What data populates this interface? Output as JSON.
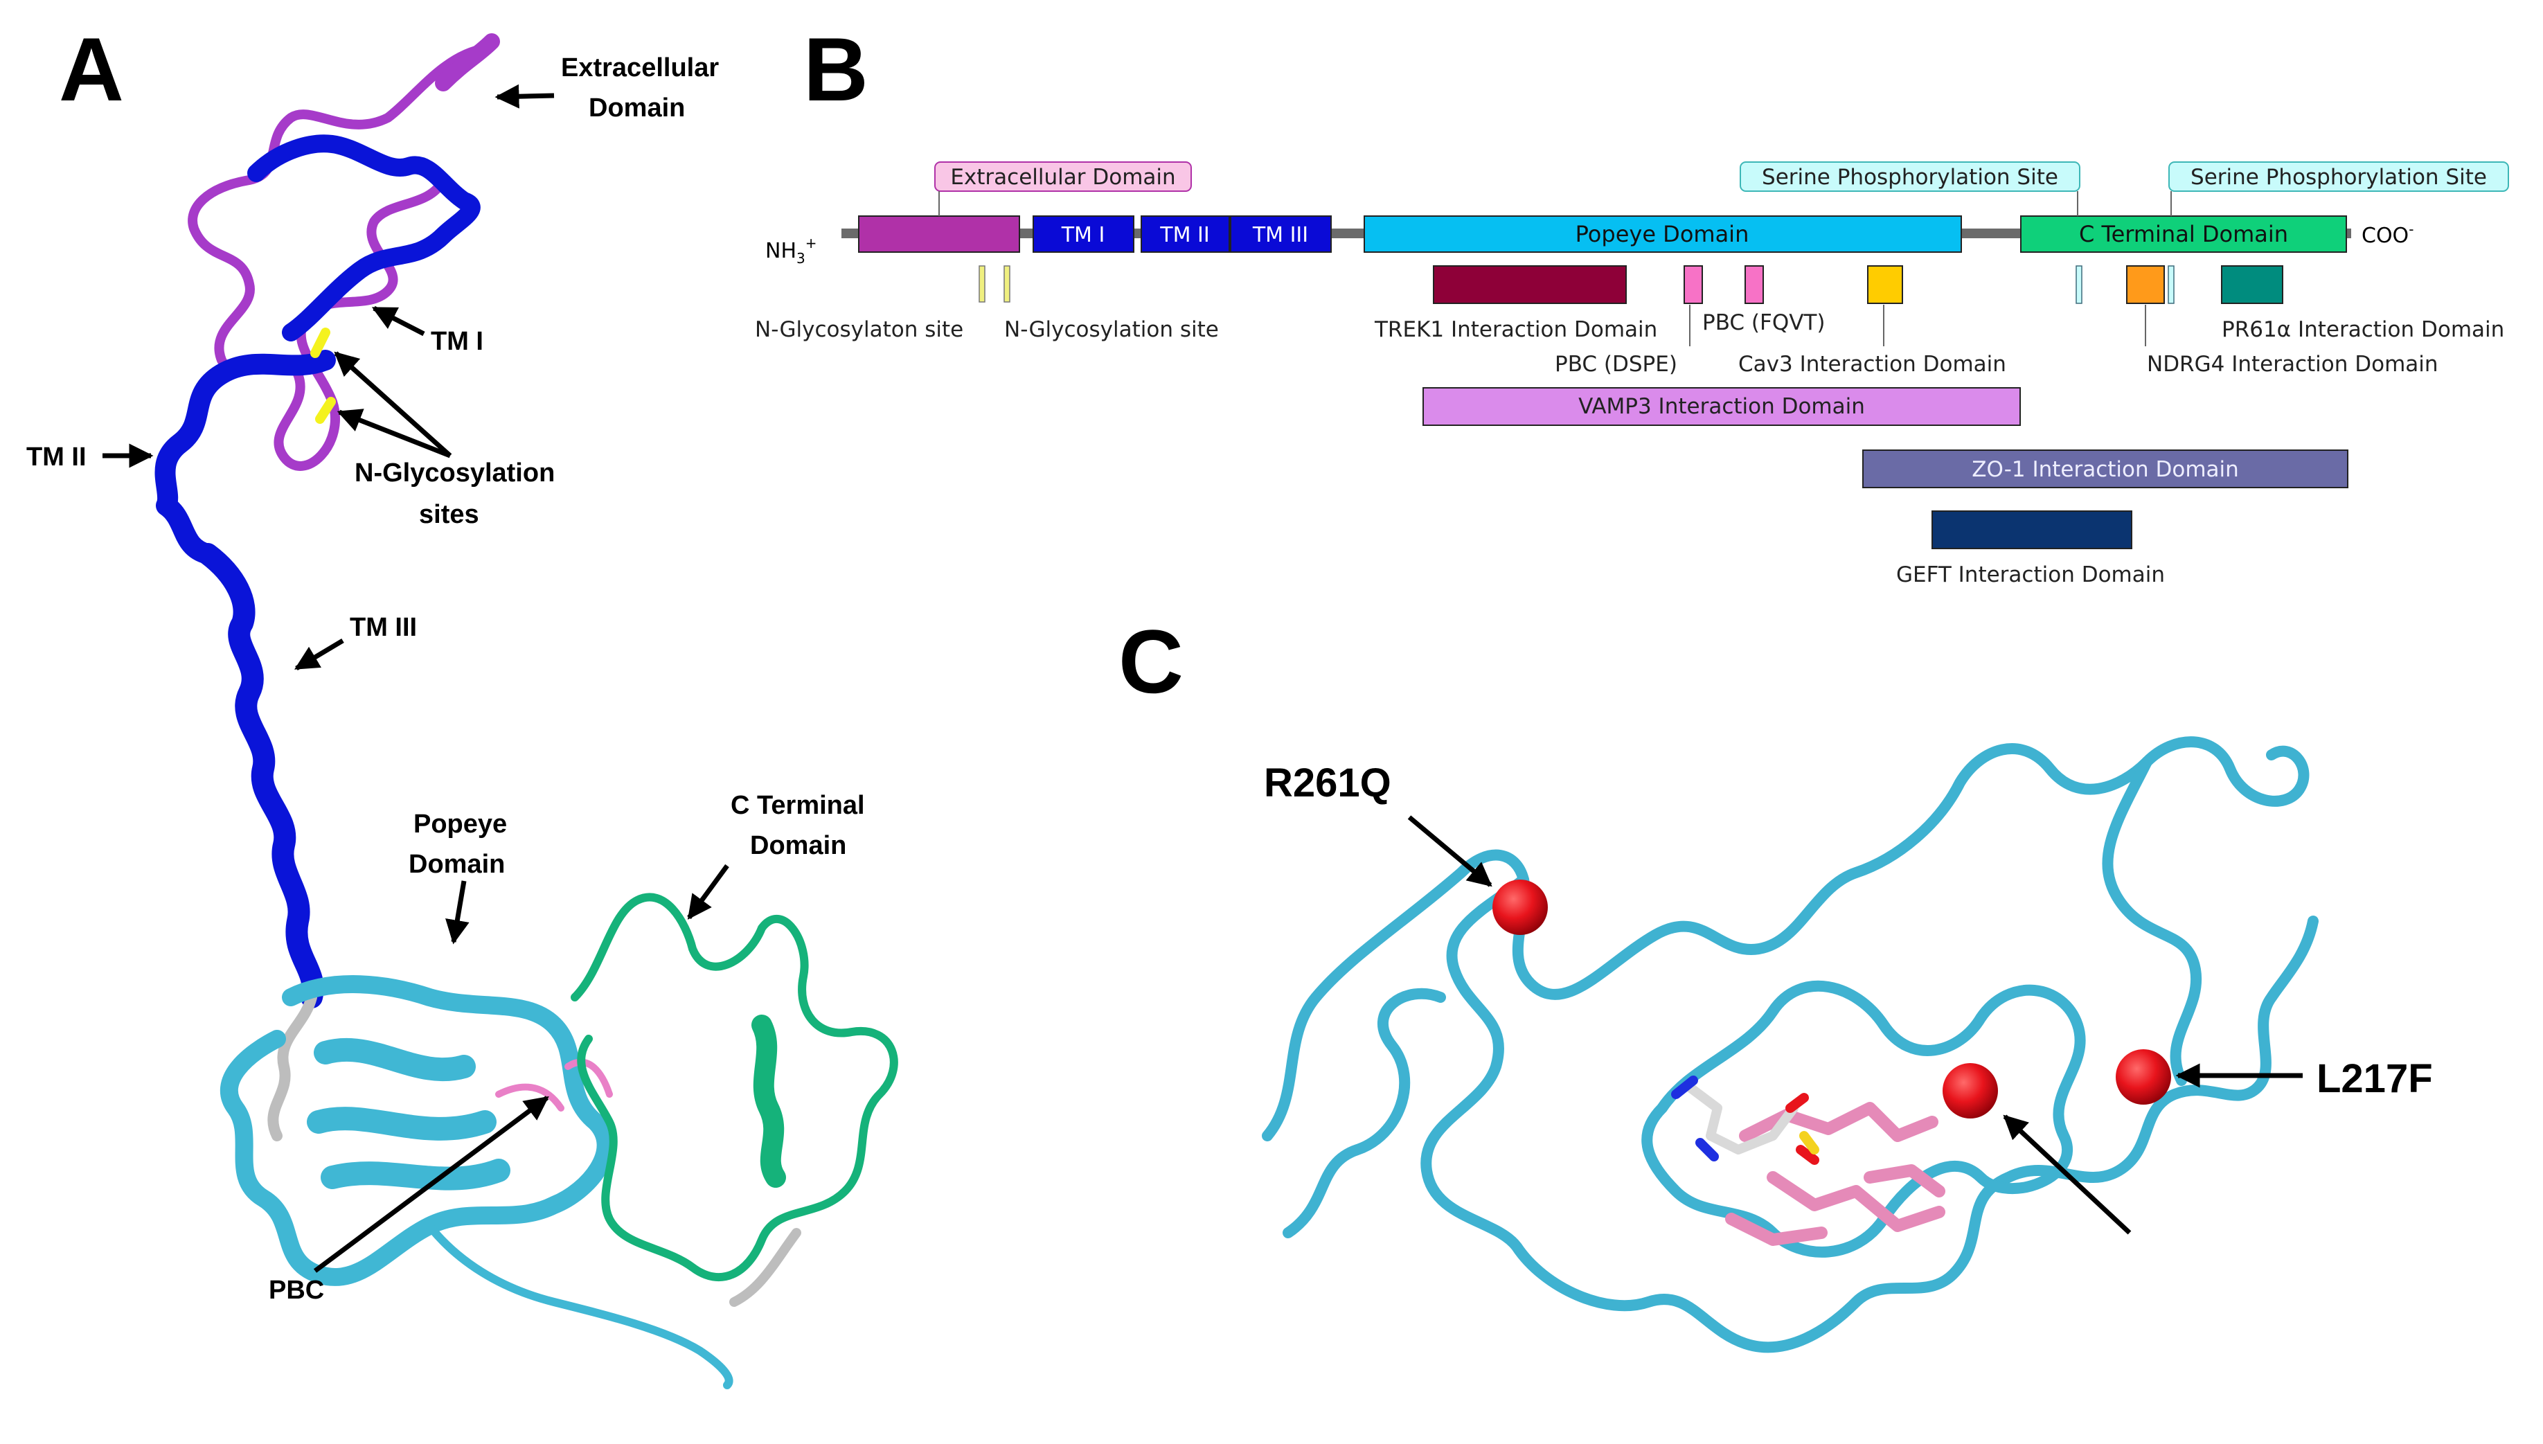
{
  "panels": {
    "a": "A",
    "b": "B",
    "c": "C"
  },
  "panel_a": {
    "extracellular_line1": "Extracellular",
    "extracellular_line2": "Domain",
    "tm1": "TM I",
    "tm2": "TM II",
    "tm3": "TM III",
    "glyco_line1": "N-Glycosylation",
    "glyco_line2": "sites",
    "popeye_line1": "Popeye",
    "popeye_line2": "Domain",
    "cterm_line1": "C Terminal",
    "cterm_line2": "Domain",
    "pbc": "PBC"
  },
  "panel_b": {
    "nh3": "NH",
    "nh3_sub": "3",
    "nh3_sup": "+",
    "coo": "COO",
    "coo_sup": "-",
    "domains": {
      "tm1": "TM I",
      "tm2": "TM II",
      "tm3": "TM III",
      "popeye": "Popeye Domain",
      "cterminal": "C Terminal Domain"
    },
    "callouts": {
      "extracellular": "Extracellular Domain",
      "serine1": "Serine Phosphorylation Site",
      "serine2": "Serine Phosphorylation Site"
    },
    "site_labels": {
      "glyco1": "N-Glycosylaton site",
      "glyco2": "N-Glycosylation site",
      "trek1": "TREK1 Interaction Domain",
      "pbc_dspe": "PBC (DSPE)",
      "pbc_fqvt": "PBC (FQVT)",
      "cav3": "Cav3 Interaction Domain",
      "pr61": "PR61α Interaction Domain",
      "ndrg4": "NDRG4 Interaction Domain",
      "vamp3": "VAMP3 Interaction Domain",
      "zo1": "ZO-1 Interaction Domain",
      "geft": "GEFT Interaction Domain"
    },
    "colors": {
      "extracellular": "#B031A8",
      "tm": "#0A0AD6",
      "popeye": "#06BFF2",
      "cterminal": "#0FD07A",
      "trek1": "#8E0038",
      "pbc": "#F772C6",
      "cav3": "#FFCC00",
      "ndrg4": "#FF9A1A",
      "pr61": "#008C7E",
      "vamp3": "#DA8BEB",
      "zo1": "#6A6BA6",
      "geft": "#0B3470",
      "glyco": "#F0F080"
    }
  },
  "panel_c": {
    "mutation1": "R261Q",
    "mutation2": "L217F",
    "colors": {
      "ribbon": "#3FB2D1",
      "sphere": "#E8141C",
      "ligand": "#E58AB8"
    }
  }
}
